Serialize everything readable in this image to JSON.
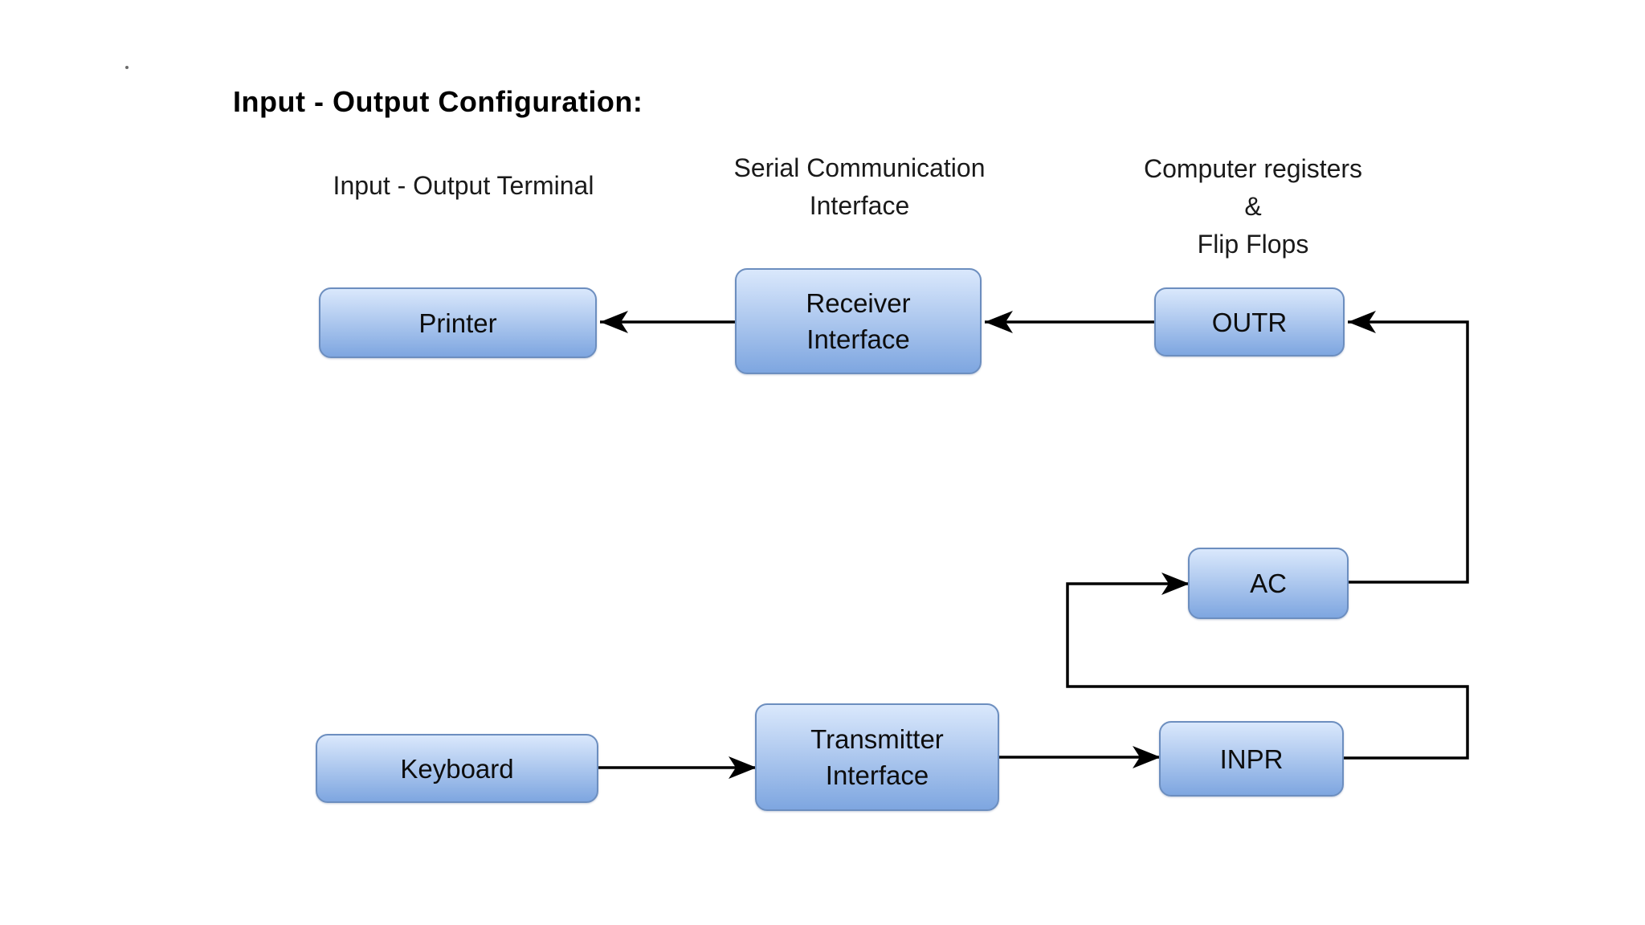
{
  "title": "Input - Output Configuration:",
  "column_headers": [
    {
      "id": "io-terminal",
      "lines": [
        "Input - Output Terminal"
      ]
    },
    {
      "id": "serial-communication-interface",
      "lines": [
        "Serial Communication",
        "Interface"
      ]
    },
    {
      "id": "computer-registers-flip-flops",
      "lines": [
        "Computer registers",
        "&",
        "Flip Flops"
      ]
    }
  ],
  "nodes": [
    {
      "id": "printer",
      "label_lines": [
        "Printer"
      ]
    },
    {
      "id": "receiver",
      "label_lines": [
        "Receiver",
        "Interface"
      ]
    },
    {
      "id": "outr",
      "label_lines": [
        "OUTR"
      ]
    },
    {
      "id": "ac",
      "label_lines": [
        "AC"
      ]
    },
    {
      "id": "keyboard",
      "label_lines": [
        "Keyboard"
      ]
    },
    {
      "id": "transmitter",
      "label_lines": [
        "Transmitter",
        "Interface"
      ]
    },
    {
      "id": "inpr",
      "label_lines": [
        "INPR"
      ]
    }
  ],
  "edges": [
    {
      "from": "Receiver Interface",
      "to": "Printer"
    },
    {
      "from": "OUTR",
      "to": "Receiver Interface"
    },
    {
      "from": "AC",
      "to": "OUTR"
    },
    {
      "from": "Keyboard",
      "to": "Transmitter Interface"
    },
    {
      "from": "Transmitter Interface",
      "to": "INPR"
    },
    {
      "from": "INPR",
      "to": "AC"
    }
  ],
  "colors": {
    "background": "#ffffff",
    "node_fill_top": "#dae8fc",
    "node_fill_bottom": "#7ea6e0",
    "node_border": "#6c8ebf",
    "connector": "#000000",
    "header_text": "#1a1a1a",
    "title_text": "#000000"
  }
}
